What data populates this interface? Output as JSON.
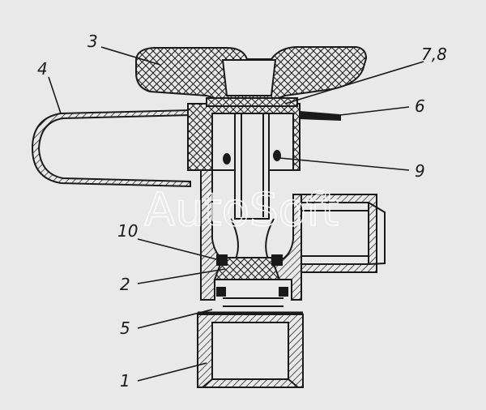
{
  "figure": {
    "watermark": "AutoSoft",
    "callouts": [
      {
        "id": "c3",
        "label": "3"
      },
      {
        "id": "c4",
        "label": "4"
      },
      {
        "id": "c78",
        "label": "7,8"
      },
      {
        "id": "c6",
        "label": "6"
      },
      {
        "id": "c9",
        "label": "9"
      },
      {
        "id": "c10",
        "label": "10"
      },
      {
        "id": "c2",
        "label": "2"
      },
      {
        "id": "c5",
        "label": "5"
      },
      {
        "id": "c1",
        "label": "1"
      }
    ]
  }
}
